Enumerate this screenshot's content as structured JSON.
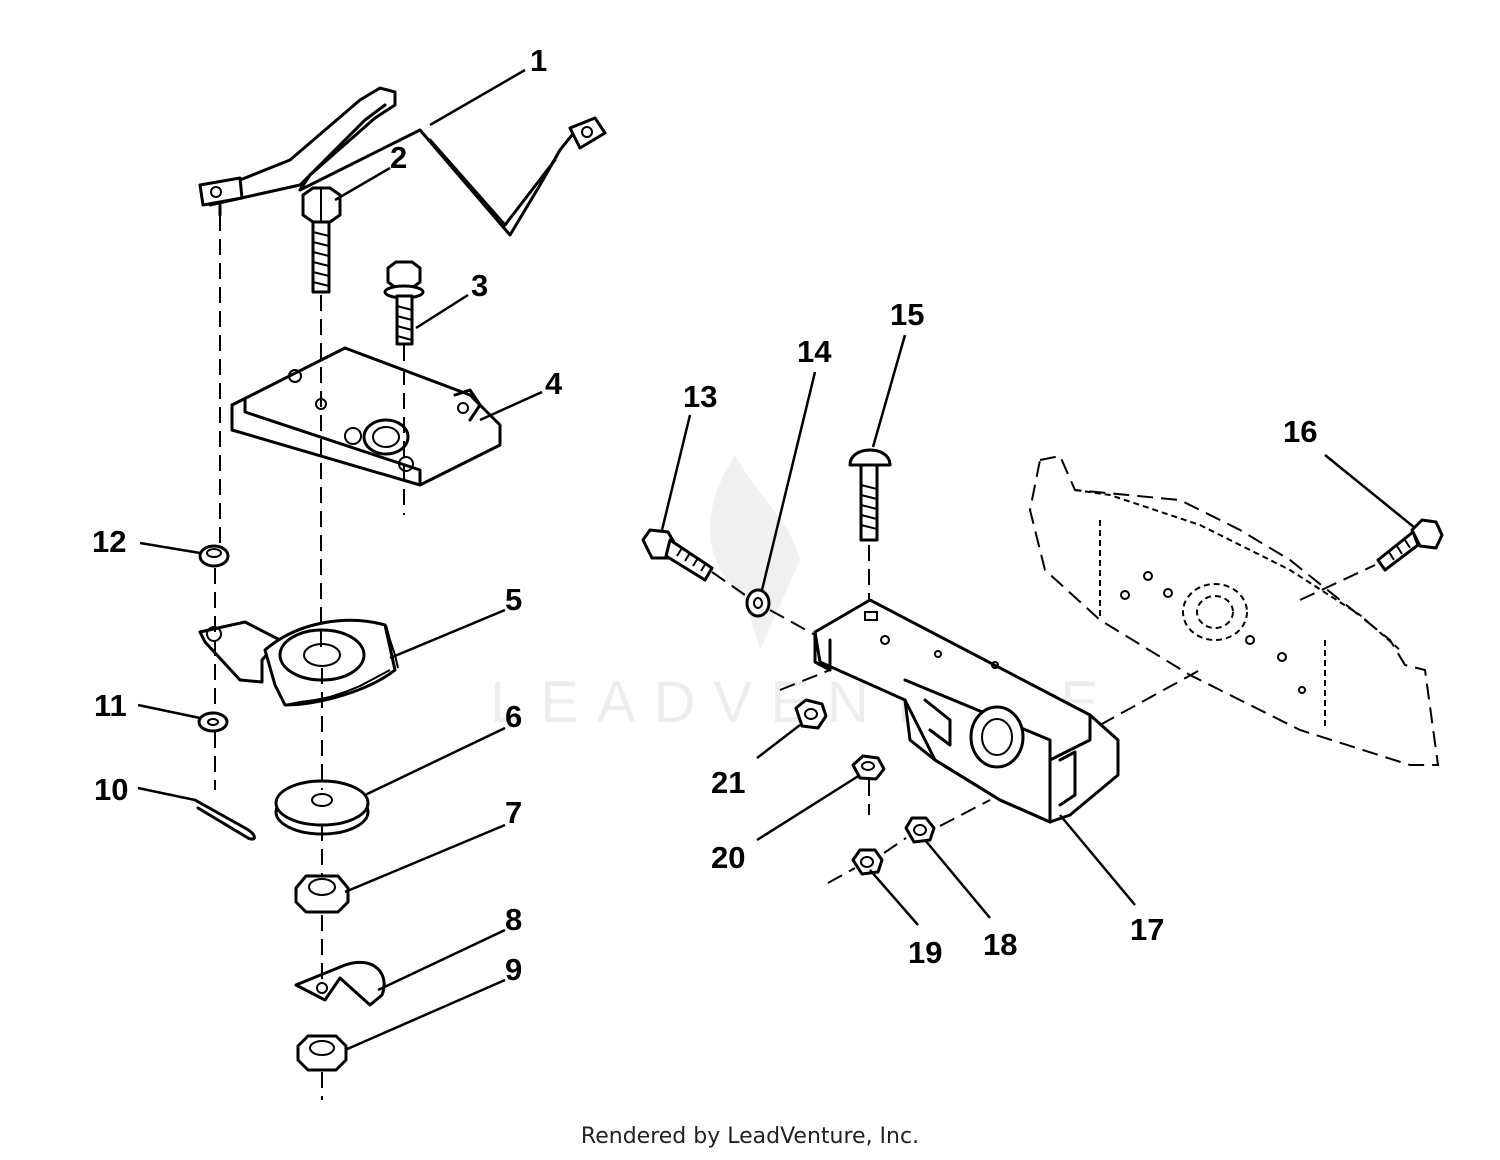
{
  "diagram": {
    "callouts": [
      "1",
      "2",
      "3",
      "4",
      "5",
      "6",
      "7",
      "8",
      "9",
      "10",
      "11",
      "12",
      "13",
      "14",
      "15",
      "16",
      "17",
      "18",
      "19",
      "20",
      "21"
    ],
    "watermark": "LEADVENTURE",
    "logo": "leadventure-flame-logo"
  },
  "footer": {
    "credit": "Rendered by LeadVenture, Inc."
  }
}
